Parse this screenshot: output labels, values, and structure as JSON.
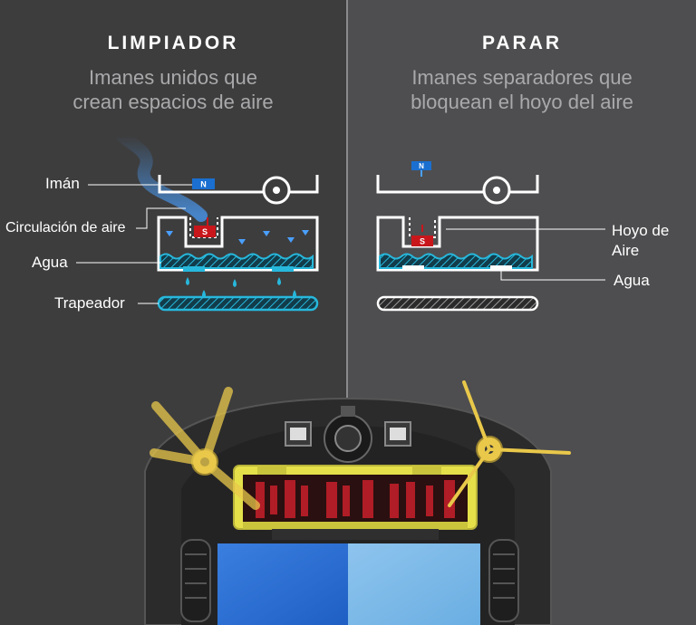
{
  "left": {
    "title": "LIMPIADOR",
    "subtitle_line1": "Imanes unidos que",
    "subtitle_line2": "crean espacios de aire",
    "labels": {
      "magnet": "Imán",
      "air_circulation": "Circulación de aire",
      "water": "Agua",
      "mop": "Trapeador"
    },
    "magnet_north": "N",
    "magnet_south": "S"
  },
  "right": {
    "title": "PARAR",
    "subtitle_line1": "Imanes separadores que",
    "subtitle_line2": "bloquean el hoyo del aire",
    "labels": {
      "air_hole_line1": "Hoyo de",
      "air_hole_line2": "Aire",
      "water": "Agua"
    },
    "magnet_north": "N",
    "magnet_south": "S"
  },
  "colors": {
    "left_bg": "#3d3d3e",
    "right_bg": "#4e4e50",
    "water": "#27b8dc",
    "magnet_north": "#1a6fd0",
    "magnet_south": "#c8161b",
    "brush": "#e9c84a",
    "bin": "#e5e04a",
    "mop_left": "#2b6fd6",
    "mop_right": "#7fb8e8"
  }
}
